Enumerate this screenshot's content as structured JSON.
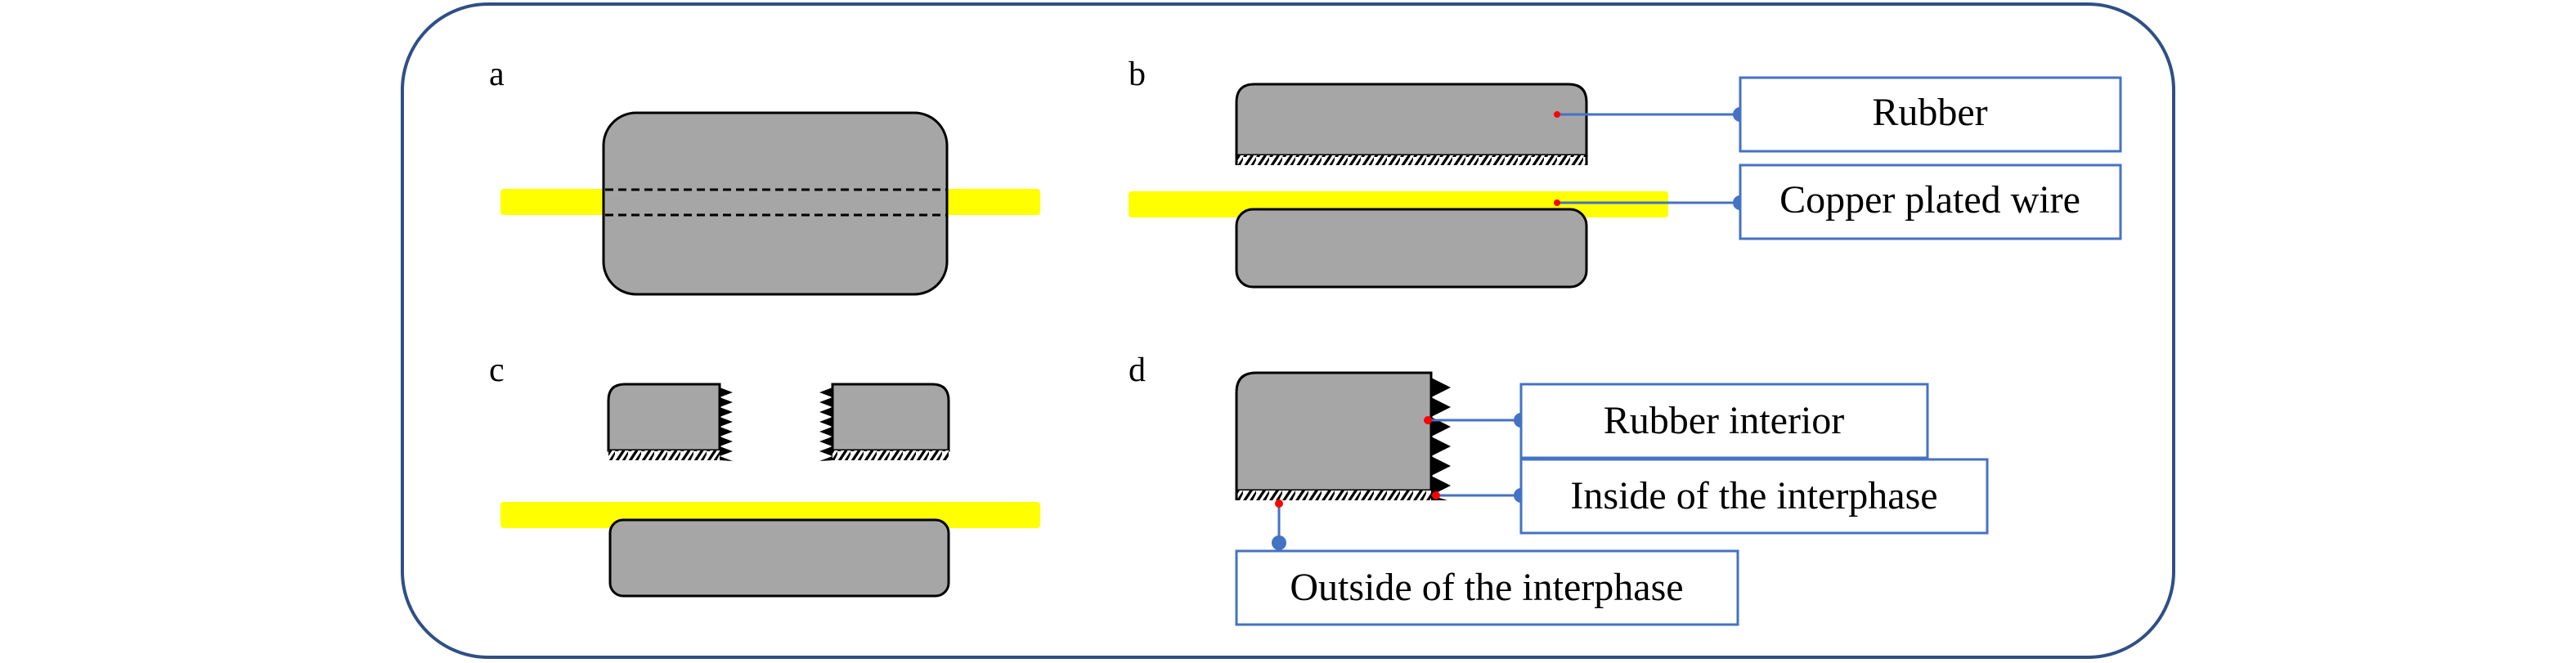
{
  "colors": {
    "frame": "#2f4f85",
    "rubber": "#a6a6a6",
    "wire": "#ffff00",
    "leader_line": "#4472c4",
    "marker": "#ff0000",
    "outline": "#000000"
  },
  "panels": {
    "a": {
      "letter": "a"
    },
    "b": {
      "letter": "b",
      "labels": {
        "rubber": "Rubber",
        "wire": "Copper plated wire"
      }
    },
    "c": {
      "letter": "c"
    },
    "d": {
      "letter": "d",
      "labels": {
        "rubber_interior": "Rubber interior",
        "inside_interphase": "Inside of the interphase",
        "outside_interphase": "Outside of the interphase"
      }
    }
  }
}
